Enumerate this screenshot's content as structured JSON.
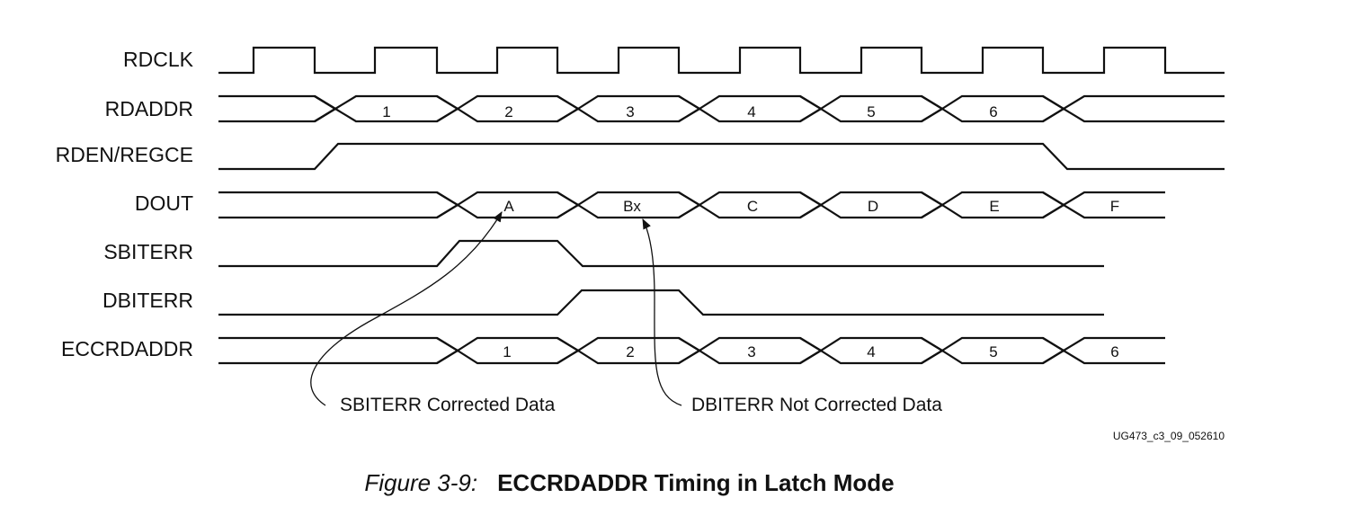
{
  "signals": {
    "rdclk": "RDCLK",
    "rdaddr": "RDADDR",
    "rden": "RDEN/REGCE",
    "dout": "DOUT",
    "sbiterr": "SBITERR",
    "dbiterr": "DBITERR",
    "eccrdaddr": "ECCRDADDR"
  },
  "rdaddr_values": [
    "1",
    "2",
    "3",
    "4",
    "5",
    "6"
  ],
  "dout_values": [
    "A",
    "Bx",
    "C",
    "D",
    "E",
    "F"
  ],
  "eccrdaddr_values": [
    "1",
    "2",
    "3",
    "4",
    "5",
    "6"
  ],
  "callouts": {
    "sbiterr": "SBITERR Corrected Data",
    "dbiterr": "DBITERR Not Corrected Data"
  },
  "figure_id": "UG473_c3_09_052610",
  "caption": {
    "number": "Figure 3-9:",
    "title": "ECCRDADDR Timing in Latch Mode"
  }
}
